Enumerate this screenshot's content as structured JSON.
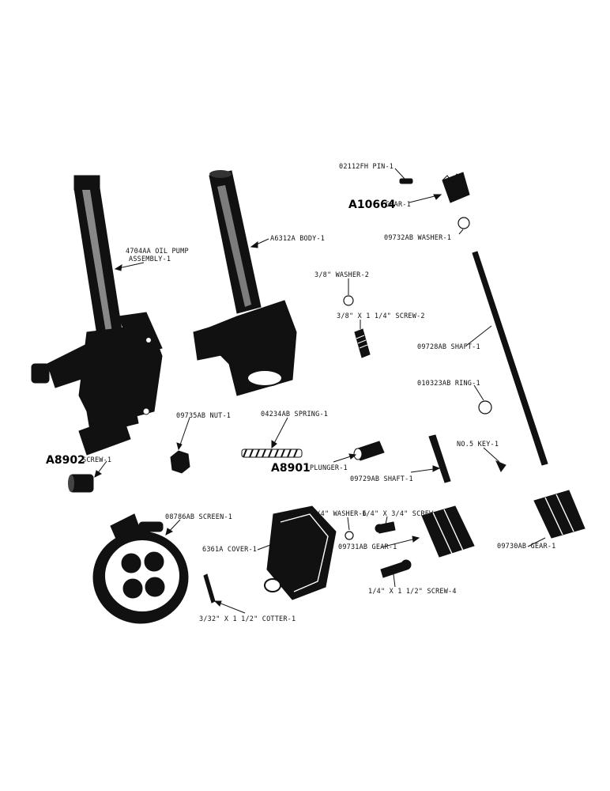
{
  "labels": {
    "oil_pump_assembly_line1": "4704AA OIL PUMP",
    "oil_pump_assembly_line2": "ASSEMBLY-1",
    "body": "A6312A BODY-1",
    "pin": "02112FH PIN-1",
    "gear_a10664_code": "A10664",
    "gear_a10664_desc": "GEAR-1",
    "washer_09732": "09732AB WASHER-1",
    "washer_38": "3/8\" WASHER-2",
    "screw_38": "3/8\" X 1 1/4\" SCREW-2",
    "shaft_09728": "09728AB SHAFT-1",
    "ring_010323": "010323AB RING-1",
    "nut_09735": "09735AB NUT-1",
    "spring_04234": "04234AB SPRING-1",
    "screw_a8902_code": "A8902",
    "screw_a8902_desc": "SCREW-1",
    "plunger_a8901_code": "A8901",
    "plunger_a8901_desc": "PLUNGER-1",
    "shaft_09729": "09729AB SHAFT-1",
    "key_no5": "NO.5 KEY-1",
    "screen_08786": "08786AB SCREEN-1",
    "washer_14": "1/4\" WASHER-6",
    "screw_14_34": "1/4\" X 3/4\" SCREW-5",
    "cover_6361": "6361A COVER-1",
    "gear_09731": "09731AB GEAR-1",
    "gear_09730": "09730AB GEAR-1",
    "screw_14_112": "1/4\" X 1 1/2\" SCREW-4",
    "cotter": "3/32\" X 1 1/2\" COTTER-1"
  }
}
